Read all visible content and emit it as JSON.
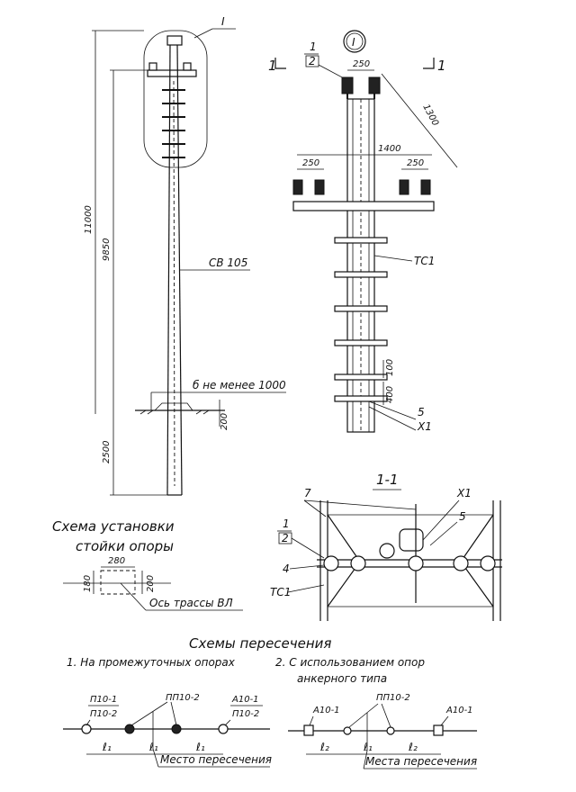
{
  "left_view": {
    "callout": "I",
    "height_total": "11000",
    "height_upper": "9850",
    "height_lower": "2500",
    "post_label": "СВ 105",
    "ground_note": "б не менее 1000",
    "ground_dim": "200"
  },
  "right_view": {
    "detail_mark": "I",
    "section_mark_left": "1",
    "section_mark_right": "1",
    "insulator_num": "1",
    "insulator_box": "2",
    "dim_top": "250",
    "dim_diag": "1300",
    "dim_cross": "1400",
    "dim_left": "250",
    "dim_right": "250",
    "ladder_label": "ТС1",
    "dim_100": "100",
    "dim_400": "400",
    "label_5": "5",
    "label_x1": "Х1"
  },
  "section": {
    "title": "1-1",
    "l7": "7",
    "lx1": "Х1",
    "l5": "5",
    "l1": "1",
    "l2": "2",
    "l4": "4",
    "ltc1": "ТС1"
  },
  "install": {
    "title_line1": "Схема установки",
    "title_line2": "стойки опоры",
    "dim_280": "280",
    "dim_180": "180",
    "dim_200": "200",
    "axis_note": "Ось трассы ВЛ"
  },
  "crossing": {
    "title": "Схемы пересечения",
    "sub1": "1. На промежуточных    опорах",
    "sub2": "2. С использованием    опор",
    "sub2b": "анкерного    типа",
    "s1": {
      "left_top": "П10-1",
      "left_bot": "П10-2",
      "mid": "ПП10-2",
      "right_top": "А10-1",
      "right_bot": "П10-2",
      "l": "ℓ₁",
      "place": "Место пересечения"
    },
    "s2": {
      "left": "А10-1",
      "mid": "ПП10-2",
      "right": "А10-1",
      "l_outer": "ℓ₂",
      "l_inner": "ℓ₁",
      "place": "Места пересечения"
    }
  }
}
